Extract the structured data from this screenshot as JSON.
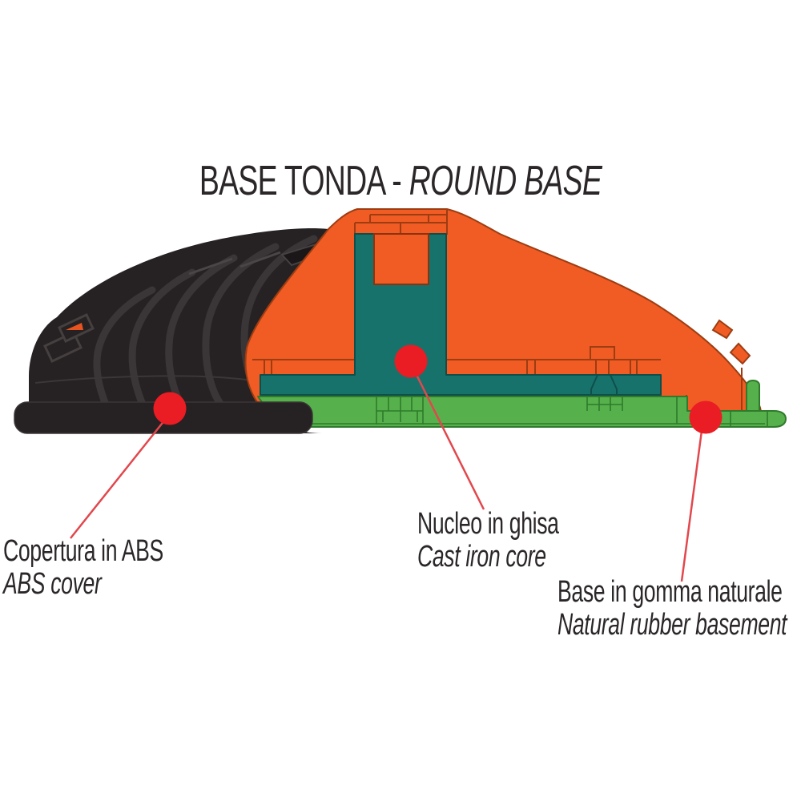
{
  "title": {
    "main": "BASE TONDA -",
    "italic": "ROUND BASE"
  },
  "diagram": {
    "callouts": [
      {
        "label_it": "Copertura in ABS",
        "label_en": "ABS cover"
      },
      {
        "label_it": "Nucleo in ghisa",
        "label_en": "Cast iron core"
      },
      {
        "label_it": "Base in gomma naturale",
        "label_en": "Natural rubber basement"
      }
    ],
    "colors": {
      "abs_cover_black": "#262122",
      "body_orange": "#F15B24",
      "cast_iron_teal": "#17726C",
      "rubber_green": "#56B14C",
      "marker_red": "#EA1C24",
      "leader_red": "#E2474D",
      "text": "#2B2728"
    }
  }
}
